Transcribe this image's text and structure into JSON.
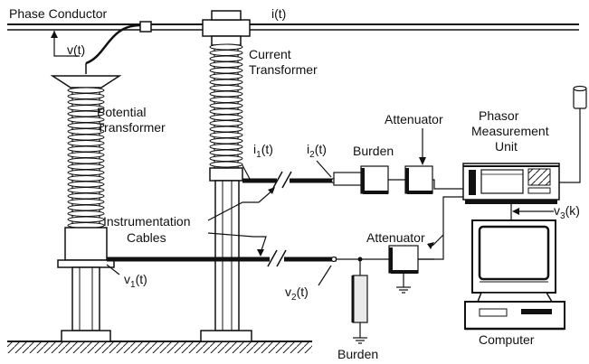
{
  "labels": {
    "phase_conductor": "Phase Conductor",
    "i_t": "i(t)",
    "v_t": "v(t)",
    "current_transformer": [
      "Current",
      "Transformer"
    ],
    "potential_transformer": [
      "Potential",
      "Transformer"
    ],
    "attenuator_top": "Attenuator",
    "attenuator_bottom": "Attenuator",
    "pmu": [
      "Phasor",
      "Measurement",
      "Unit"
    ],
    "burden_top": "Burden",
    "burden_bottom": "Burden",
    "instrumentation_cables": [
      "Instrumentation",
      "Cables"
    ],
    "computer": "Computer",
    "i1": {
      "base": "i",
      "sub": "1",
      "rest": "(t)"
    },
    "i2": {
      "base": "i",
      "sub": "2",
      "rest": "(t)"
    },
    "v1": {
      "base": "v",
      "sub": "1",
      "rest": "(t)"
    },
    "v2": {
      "base": "v",
      "sub": "2",
      "rest": "(t)"
    },
    "v3": {
      "base": "v",
      "sub": "3",
      "rest": "(k)"
    }
  }
}
